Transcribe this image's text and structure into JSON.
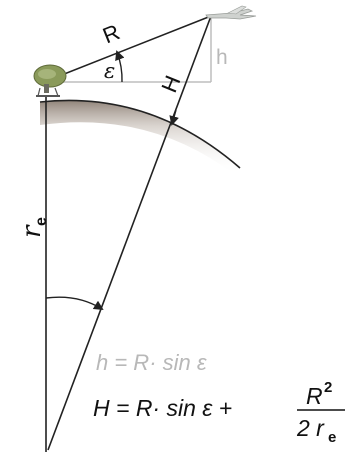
{
  "labels": {
    "R": "R",
    "epsilon": "ε",
    "H": "H",
    "h": "h",
    "re_main": "r",
    "re_sub": "e"
  },
  "formulas": {
    "line1": "h = R· sin ε",
    "line2_left": "H = R· sin ε +",
    "line2_num": "R",
    "line2_num_sup": "2",
    "line2_den": "2 r",
    "line2_den_sub": "e"
  },
  "colors": {
    "line": "#222222",
    "gray_line": "#c0c0c0",
    "gray_text": "#bdbdbd",
    "antenna": "#7a8a50",
    "earth_shade": "#8b7d70"
  }
}
